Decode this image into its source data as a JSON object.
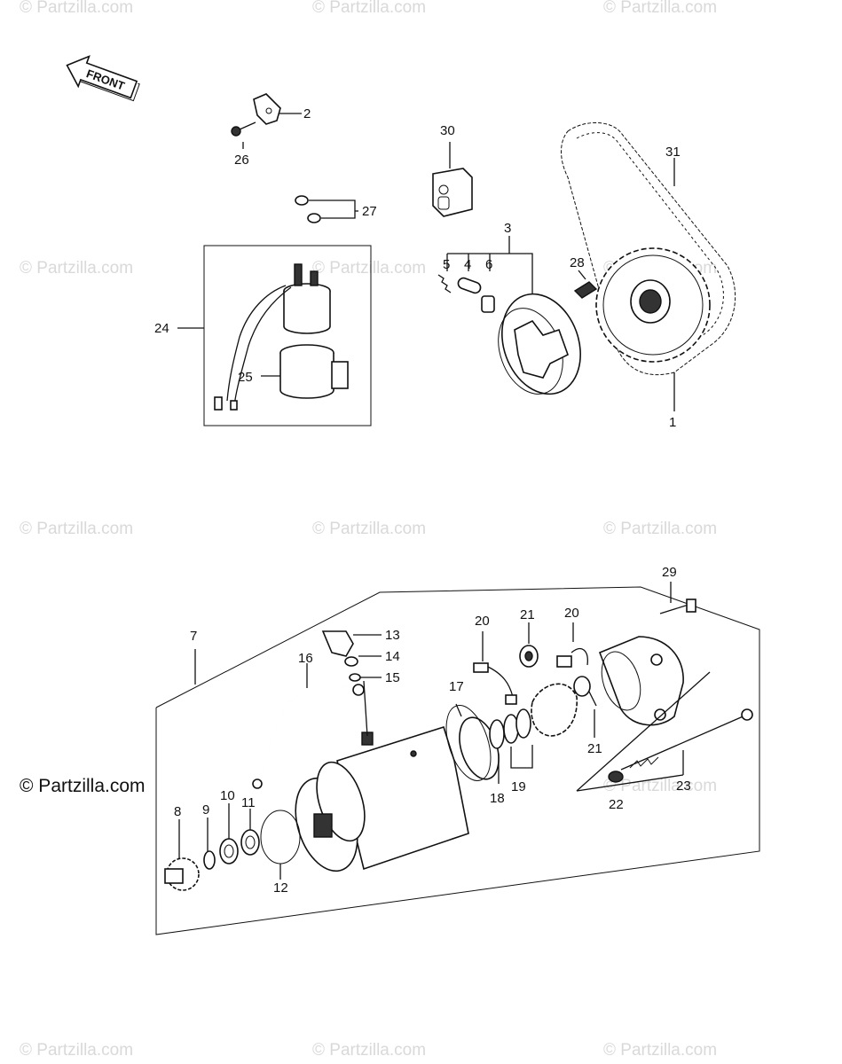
{
  "front_label": "FRONT",
  "watermarks": {
    "text": "© Partzilla.com",
    "strong_text": "© Partzilla.com"
  },
  "callouts": {
    "c1": "1",
    "c2": "2",
    "c3": "3",
    "c4": "4",
    "c5": "5",
    "c6": "6",
    "c7": "7",
    "c8": "8",
    "c9": "9",
    "c10": "10",
    "c11": "11",
    "c12": "12",
    "c13": "13",
    "c14": "14",
    "c15": "15",
    "c16": "16",
    "c17": "17",
    "c18": "18",
    "c19": "19",
    "c20a": "20",
    "c20b": "20",
    "c21a": "21",
    "c21b": "21",
    "c22": "22",
    "c23": "23",
    "c24": "24",
    "c25": "25",
    "c26": "26",
    "c27": "27",
    "c28": "28",
    "c29": "29",
    "c30": "30",
    "c31": "31"
  }
}
